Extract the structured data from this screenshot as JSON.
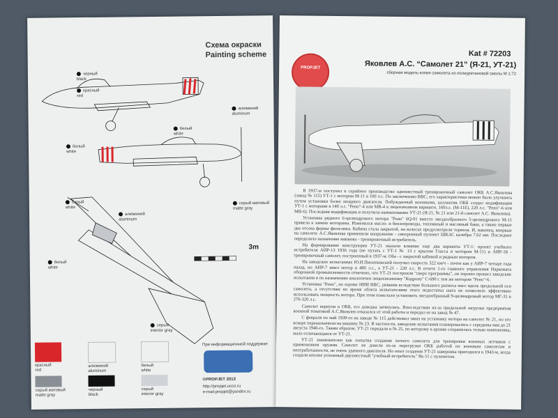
{
  "left_page": {
    "heading_ru": "Схема окраски",
    "heading_en": "Painting scheme",
    "callouts": [
      {
        "ru": "черный",
        "en": "black"
      },
      {
        "ru": "красный",
        "en": "red"
      },
      {
        "ru": "алюминий",
        "en": "aluminum"
      },
      {
        "ru": "белый",
        "en": "white"
      },
      {
        "ru": "белый",
        "en": "white"
      },
      {
        "ru": "серый матовый",
        "en": "matte gray"
      },
      {
        "ru": "белый",
        "en": "white"
      },
      {
        "ru": "алюминий",
        "en": "aluminum"
      },
      {
        "ru": "белый",
        "en": "white"
      },
      {
        "ru": "серый",
        "en": "interior gray"
      }
    ],
    "scale_label": "3m",
    "swatches": [
      {
        "ru": "красный",
        "en": "red",
        "color": "#d9262b"
      },
      {
        "ru": "алюминий",
        "en": "aluminum",
        "color": "#eef0ef"
      },
      {
        "ru": "белый",
        "en": "white",
        "color": "#eef0ef"
      },
      {
        "ru": "серый матовый",
        "en": "matte gray",
        "color": "#8a8f95"
      },
      {
        "ru": "черный",
        "en": "black",
        "color": "#111111"
      },
      {
        "ru": "серый",
        "en": "interior gray",
        "color": "#cfd2d6"
      }
    ],
    "publisher": {
      "note": "При информационной поддержке",
      "copyright": "©PROPJET 2013",
      "site": "http://propjet.ucoz.ru",
      "email": "e-mail:propjet@yandex.ru"
    }
  },
  "right_page": {
    "kat": "Kat # 72203",
    "title": "Яковлев А.С. “Самолет 21” (Я-21, УТ-21)",
    "subtitle": "сборная модель-копия самолета из полиуретановой смолы М 1:72",
    "stamp_text": "PROPJET",
    "paragraphs": [
      "В 1937-м поступил в серийное производство одноместный тренировочный самолет ОКБ А.С.Яковлева (завод № 115) УТ-1 с мотором М-11 в 100 л.с. По заключению ВВС, его характеристики можно было улучшить путем установки более мощного двигателя. Побуждаемый военными, коллектив ОКБ создал модификации УТ-1 с моторами в 140 л.с. \"Рено\"-4 или МВ-4 в лицензионном варианте, 160л.с. (М-11Е), 220 л.с. \"Рено\"-6 или МВ-6). Последняя модификация и получила наименование УТ-21 (Я-21, № 21 или 21-й самолет А.С. Яковлева).",
      "Установка рядного 6-цилиндрового мотора \"Рено\" 6Q-01 вместо звездообразного 5-цилиндрового М-11 привела к замене моторамы. Изменился масло- и бензопроводы, топливный и масляный баки, а также первые два отсека фермы фюзеляжа. Кабина стала закрытой, на колесах предусмотрели тормоза. И, наконец, впервые на самолете А.С.Яковлева применили вооружение - синхронный пулемет ШКАС калибра 7.62 мм. Последнее определило назначение машины - тренировочный истребитель.",
      "На формирование конструкции УТ-21 оказали влияние еще два варианта УТ-1: проект учебного истребителя АИР-13 1936 года (не путать с УТ-1 № 13 с крылом Гласса и мотором М-11) и АИР-18 - тренировочный самолет, построенный в 1937-м. Оба - с закрытой кабиной и рядным мотором.",
      "На заводских испытаниях Ю.И.Пионтковский получил скорость 322 км/ч - почти как у АИР-7 четыре года назад, но АИР-7 имел мотор в 480 л.с., а УТ-21 - 220 л.с. В отчете 1-го главного управления Наркомата оборонной промышленности отмечено, что УТ-21 построили \"сверх программы\", он хорошо прошел заводские испытания и по назначению аналогичен лицензионному \"Кодрону\" С-690 с тем же мотором \"Рено\"-6.",
      "Установка \"Рено\", по оценке НИИ ВВС, уязвима вследствие большого разноса масс вдоль продольной оси самолета, а отсутствие во время облета испытателями этого недостатка шага не позволило эффективно использовать мощность мотора. При этом пожелали установить звездообразный 9-цилиндровый мотор МГ-31 в 270-320 л.с.",
      "Самолет вернули в ОКБ, его доводка затянулась. Впоследствии из-за предельной загрузки предприятия военной тематикой А.С.Яковлев отказался от этой работы и передал ее на завод № 47.",
      "С февраля по май 1939-го на заводе № 115 действовал заказ на установку мотора на самолет № 21, но его вскоре переназначили на машину № 23. В частности, заводские испытания планировались с середины мая до 21 августа 1940-го. Таким образом, УТ-21 передали в № 25, по которому в архиве сохранилась только компоновка, мало отличающаяся от УТ-21.",
      "УТ-21 знаменателен как попытка создания легкого самолета для тренировки военных летчиков с применением оружия. Самолет не довели из-за перегрузки ОКБ работой по военным самолетам и неотработанности, не очень удачного двигателя. Но опыт создания УТ-21 наверняка пригодился в 1943-м, когда создали вполне успешный двухместный \"учебный истребитель\" Як-11 с пулеметом."
    ]
  }
}
